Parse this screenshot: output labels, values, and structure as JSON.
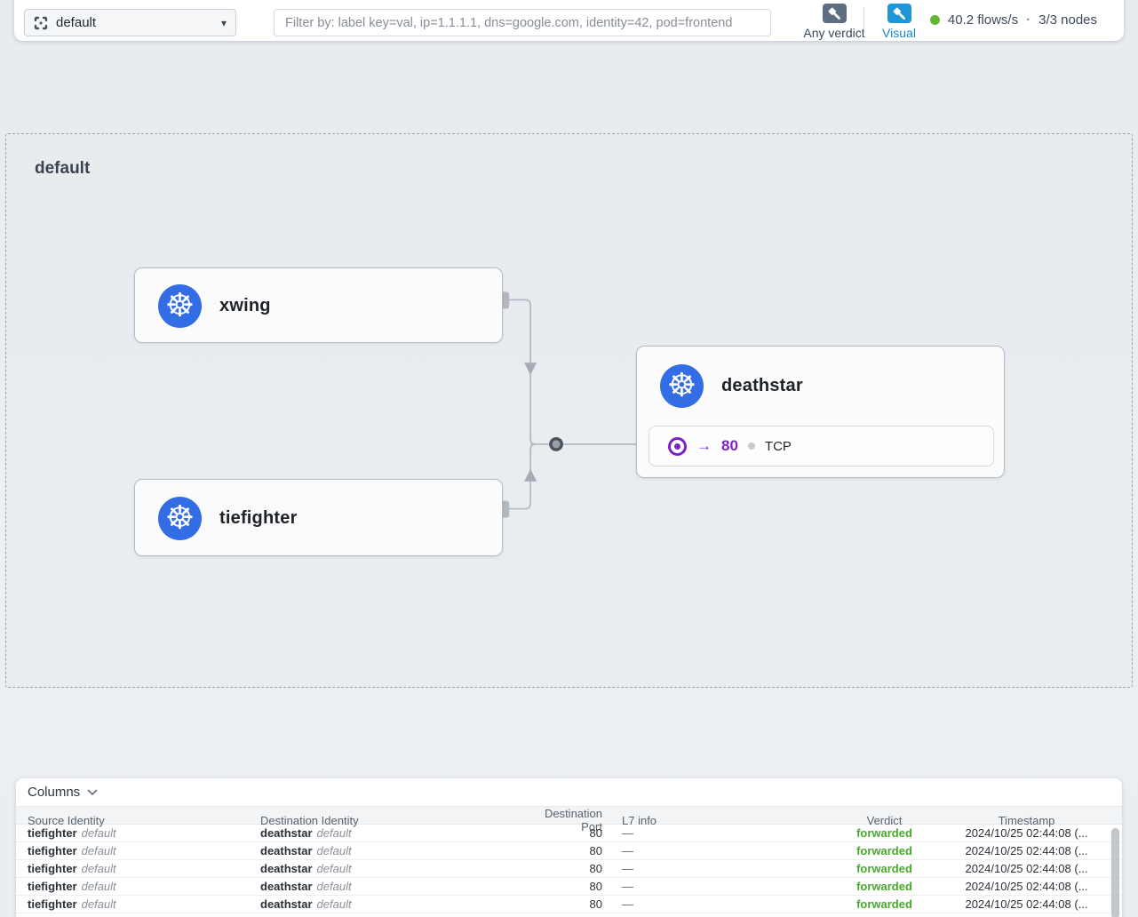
{
  "topbar": {
    "namespace_selector": {
      "value": "default",
      "caret": "▾"
    },
    "filter_placeholder": "Filter by: label key=val, ip=1.1.1.1, dns=google.com, identity=42, pod=frontend",
    "verdict_button": {
      "label": "Any verdict"
    },
    "visual_button": {
      "label": "Visual"
    },
    "stats": {
      "flows_rate": "40.2 flows/s",
      "separator": "·",
      "nodes": "3/3 nodes"
    }
  },
  "map": {
    "namespace_label": "default",
    "nodes": [
      {
        "id": "xwing",
        "title": "xwing"
      },
      {
        "id": "tiefighter",
        "title": "tiefighter"
      },
      {
        "id": "deathstar",
        "title": "deathstar",
        "ports": [
          {
            "arrow": "→",
            "port": "80",
            "protocol": "TCP"
          }
        ]
      }
    ],
    "k8s_glyph": "☸"
  },
  "flows_table": {
    "columns_button": "Columns",
    "headers": [
      "Source Identity",
      "Destination Identity",
      "Destination Port",
      "L7 info",
      "Verdict",
      "Timestamp"
    ],
    "rows": [
      {
        "source": "tiefighter",
        "source_ns": "default",
        "destination": "deathstar",
        "destination_ns": "default",
        "port": "80",
        "l7": "—",
        "verdict": "forwarded",
        "timestamp": "2024/10/25 02:44:08 (..."
      },
      {
        "source": "tiefighter",
        "source_ns": "default",
        "destination": "deathstar",
        "destination_ns": "default",
        "port": "80",
        "l7": "—",
        "verdict": "forwarded",
        "timestamp": "2024/10/25 02:44:08 (..."
      },
      {
        "source": "tiefighter",
        "source_ns": "default",
        "destination": "deathstar",
        "destination_ns": "default",
        "port": "80",
        "l7": "—",
        "verdict": "forwarded",
        "timestamp": "2024/10/25 02:44:08 (..."
      },
      {
        "source": "tiefighter",
        "source_ns": "default",
        "destination": "deathstar",
        "destination_ns": "default",
        "port": "80",
        "l7": "—",
        "verdict": "forwarded",
        "timestamp": "2024/10/25 02:44:08 (..."
      },
      {
        "source": "tiefighter",
        "source_ns": "default",
        "destination": "deathstar",
        "destination_ns": "default",
        "port": "80",
        "l7": "—",
        "verdict": "forwarded",
        "timestamp": "2024/10/25 02:44:08 (..."
      }
    ]
  },
  "colors": {
    "k8s_blue": "#326de6",
    "port_purple": "#7b22c4",
    "verdict_green": "#4aa72e",
    "visual_blue": "#1f96d5",
    "verdict_badge_slate": "#5d6d82",
    "flow_rate_green_dot": "#63b832",
    "edge_gray": "#b5bbc3"
  }
}
